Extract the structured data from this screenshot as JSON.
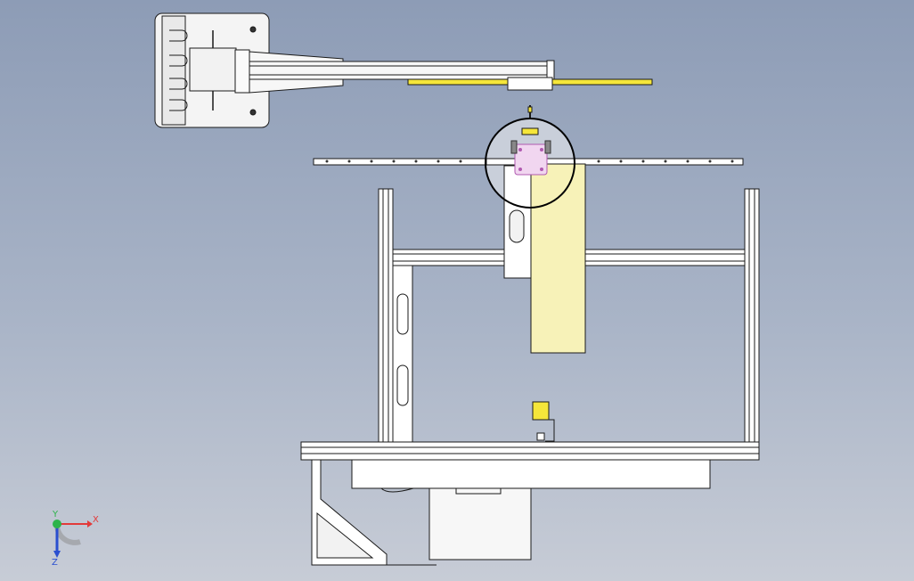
{
  "view": {
    "background_top": "#8d9cb6",
    "background_bottom": "#c7ccd6",
    "part_fill": "#ffffff",
    "part_stroke": "#1a1a1a",
    "highlight_fill": "#f7f2b8",
    "accent_yellow": "#f5e63a",
    "detail_circle_stroke": "#000000"
  },
  "triad": {
    "x_label": "X",
    "y_label": "Y",
    "z_label": "Z",
    "x_color": "#e23a3a",
    "y_color": "#2db34a",
    "z_color": "#2a4fd0"
  }
}
